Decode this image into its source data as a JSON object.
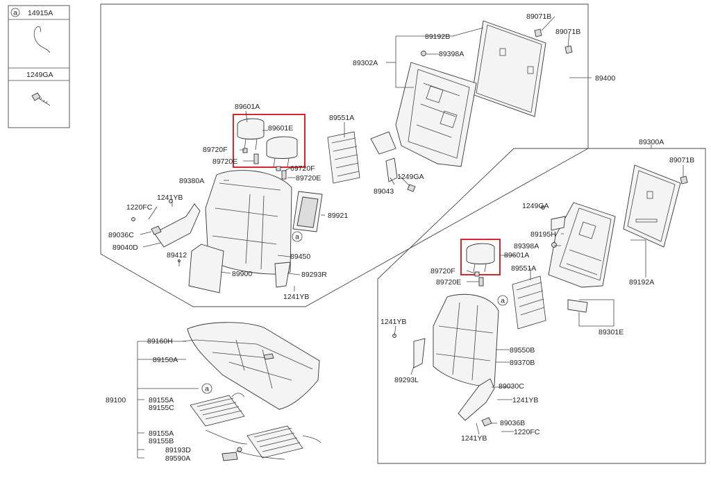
{
  "legend": {
    "marker": "a",
    "rows": [
      {
        "part": "14915A",
        "icon": "wire-clip"
      },
      {
        "part": "1249GA",
        "icon": "screw"
      }
    ]
  },
  "labels": {
    "p89071B_a": "89071B",
    "p89071B_b": "89071B",
    "p89192B": "89192B",
    "p89398A": "89398A",
    "p89302A": "89302A",
    "p89400": "89400",
    "p89601A_l": "89601A",
    "p89601E": "89601E",
    "p89551A_l": "89551A",
    "p89720F_l": "89720F",
    "p89720E_l": "89720E",
    "p69720F": "69720F",
    "p89720E_r": "89720E",
    "p1249GA_l": "1249GA",
    "p89043": "89043",
    "p89380A": "89380A",
    "p1241YB_a": "1241YB",
    "p1220FC_l": "1220FC",
    "p89921": "89921",
    "p89036C": "89036C",
    "p89040D": "89040D",
    "p89412": "89412",
    "p89450": "89450",
    "p89900": "89900",
    "p89293R": "89293R",
    "p1241YB_b": "1241YB",
    "p89300A": "89300A",
    "p89071B_c": "89071B",
    "p1249GA_r": "1249GA",
    "p89195H": "89195H",
    "p89398A_r": "89398A",
    "p89601A_r": "89601A",
    "p89720F_r": "89720F",
    "p89720E_r2": "89720E",
    "p89551A_r": "89551A",
    "p89192A": "89192A",
    "p89301E": "89301E",
    "p1241YB_c": "1241YB",
    "p89550B": "89550B",
    "p89370B": "89370B",
    "p89293L": "89293L",
    "p89030C": "89030C",
    "p1241YB_d": "1241YB",
    "p89036B": "89036B",
    "p1241YB_e": "1241YB",
    "p1220FC_r": "1220FC",
    "p89160H": "89160H",
    "p89150A": "89150A",
    "p89100": "89100",
    "p89155A_a": "89155A",
    "p89155C": "89155C",
    "p89155A_b": "89155A",
    "p89155B": "89155B",
    "p89193D": "89193D",
    "p89590A": "89590A"
  },
  "callout_marker": "a",
  "colors": {
    "highlight": "#d8262e",
    "line": "#444444",
    "part_fill": "#f4f4f4"
  }
}
